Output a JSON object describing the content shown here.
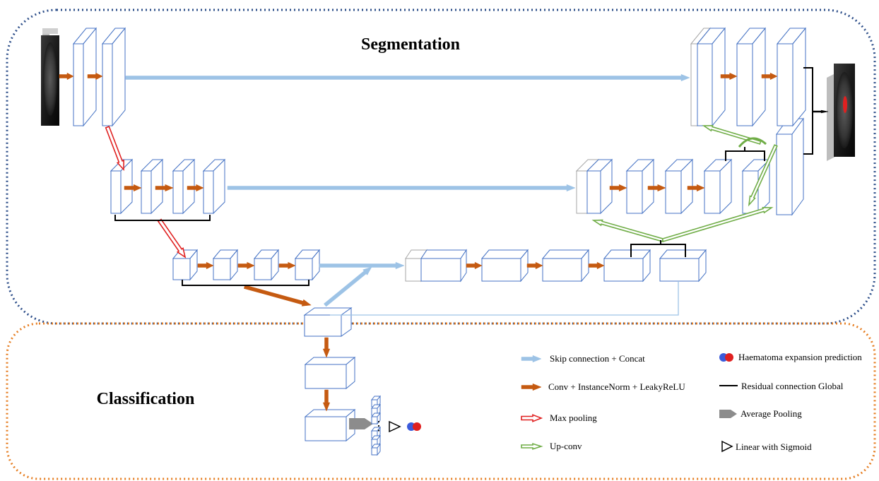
{
  "sections": {
    "segmentation": "Segmentation",
    "classification": "Classification"
  },
  "legend": {
    "skip": "Skip connection + Concat",
    "conv": "Conv + InstanceNorm + LeakyReLU",
    "maxpool": "Max pooling",
    "upconv": "Up-conv",
    "prediction": "Haematoma expansion prediction",
    "residual": "Residual connection Global",
    "avgpool": "Average Pooling",
    "linear": "Linear with Sigmoid"
  },
  "colors": {
    "segmentation_border": "#2e4f8a",
    "classification_border": "#e67e22",
    "block_edge": "#4472c4",
    "skip_arrow": "#9dc3e6",
    "conv_arrow": "#c55a11",
    "maxpool_arrow": "#e02020",
    "upconv_arrow": "#70ad47",
    "residual_line": "#000000",
    "avgpool_arrow": "#8c8c8c",
    "prediction_blue": "#3b5bdb",
    "prediction_red": "#e02020"
  },
  "icons": {
    "input_scan": "mri-slice-icon",
    "output_mask": "segmentation-mask-icon",
    "prediction": "prediction-circles-icon"
  },
  "classifier_vector_dots": "⋮"
}
